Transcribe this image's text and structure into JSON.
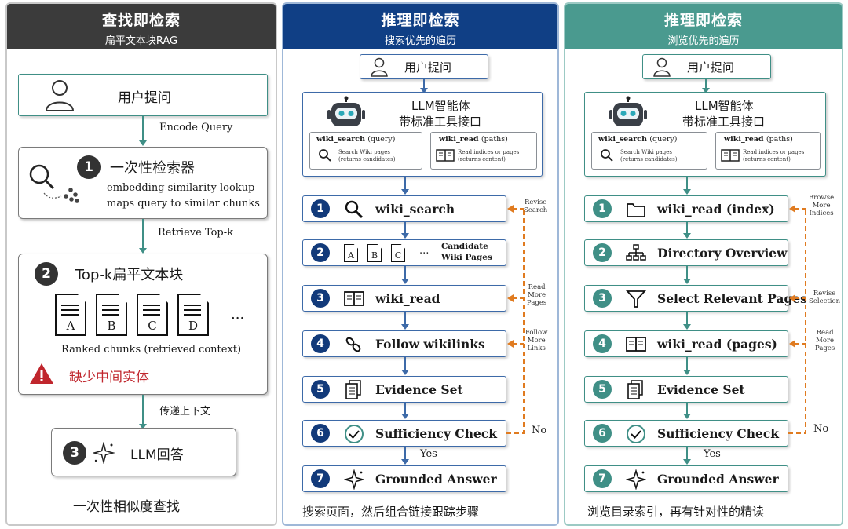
{
  "colors": {
    "rag_header": "#3b3b3b",
    "search_header": "#103f85",
    "browse_header": "#4a9a8f",
    "feedback": "#e07b20",
    "warning": "#c0262d"
  },
  "rag": {
    "title": "查找即检索",
    "subtitle": "扁平文本块RAG",
    "user_question": "用户提问",
    "encode_query": "Encode Query",
    "retriever_num": "1",
    "retriever_title": "一次性检索器",
    "retriever_desc1": "embedding similarity lookup",
    "retriever_desc2": "maps query to similar chunks",
    "retrieve_topk": "Retrieve Top-k",
    "chunks_num": "2",
    "chunks_title": "Top-k扁平文本块",
    "chunk_labels": [
      "A",
      "B",
      "C",
      "D"
    ],
    "ellipsis": "...",
    "chunks_caption": "Ranked chunks (retrieved context)",
    "missing_entities": "缺少中间实体",
    "pass_context": "传递上下文",
    "answer_num": "3",
    "answer_title": "LLM回答",
    "footer": "一次性相似度查找"
  },
  "search": {
    "title": "推理即检索",
    "subtitle": "搜索优先的遍历",
    "user_question": "用户提问",
    "agent_title1": "LLM智能体",
    "agent_title2": "带标准工具接口",
    "tool1_name": "wiki_search",
    "tool1_arg": "(query)",
    "tool1_desc1": "Search Wiki pages",
    "tool1_desc2": "(returns candidates)",
    "tool2_name": "wiki_read",
    "tool2_arg": "(paths)",
    "tool2_desc1": "Read indices or pages",
    "tool2_desc2": "(returns content)",
    "steps": [
      {
        "num": "1",
        "label": "wiki_search"
      },
      {
        "num": "2",
        "label": "Candidate Wiki Pages",
        "l1": "Candidate",
        "l2": "Wiki Pages"
      },
      {
        "num": "3",
        "label": "wiki_read"
      },
      {
        "num": "4",
        "label": "Follow wikilinks"
      },
      {
        "num": "5",
        "label": "Evidence Set"
      },
      {
        "num": "6",
        "label": "Sufficiency Check"
      },
      {
        "num": "7",
        "label": "Grounded Answer"
      }
    ],
    "page_letters": [
      "A",
      "B",
      "C"
    ],
    "ellipsis": "...",
    "fb1": "Revise\nSearch",
    "fb2": "Read\nMore\nPages",
    "fb3": "Follow\nMore\nLinks",
    "no": "No",
    "yes": "Yes",
    "footer": "搜索页面，然后组合链接跟踪步骤"
  },
  "browse": {
    "title": "推理即检索",
    "subtitle": "浏览优先的遍历",
    "user_question": "用户提问",
    "agent_title1": "LLM智能体",
    "agent_title2": "带标准工具接口",
    "tool1_name": "wiki_search",
    "tool1_arg": "(query)",
    "tool1_desc1": "Search Wiki pages",
    "tool1_desc2": "(returns candidates)",
    "tool2_name": "wiki_read",
    "tool2_arg": "(paths)",
    "tool2_desc1": "Read indices or pages",
    "tool2_desc2": "(returns content)",
    "steps": [
      {
        "num": "1",
        "label": "wiki_read (index)"
      },
      {
        "num": "2",
        "label": "Directory Overview"
      },
      {
        "num": "3",
        "label": "Select Relevant Pages"
      },
      {
        "num": "4",
        "label": "wiki_read (pages)"
      },
      {
        "num": "5",
        "label": "Evidence Set"
      },
      {
        "num": "6",
        "label": "Sufficiency Check"
      },
      {
        "num": "7",
        "label": "Grounded Answer"
      }
    ],
    "fb1": "Browse\nMore\nIndices",
    "fb2": "Revise\nSelection",
    "fb3": "Read\nMore\nPages",
    "no": "No",
    "yes": "Yes",
    "footer": "浏览目录索引，再有针对性的精读"
  }
}
